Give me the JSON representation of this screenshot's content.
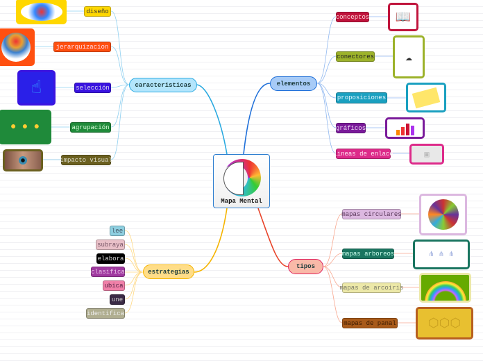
{
  "center": {
    "title": "Mapa Mental",
    "icon": "brain-image"
  },
  "branches": {
    "caracteristicas": {
      "label": "caracteristicas",
      "color": "#29a9e0",
      "children": [
        {
          "label": "diseño",
          "color": "#ffd700"
        },
        {
          "label": "jerarquizacion",
          "color": "#ff5010"
        },
        {
          "label": "selección",
          "color": "#3a14e0"
        },
        {
          "label": "agrupación",
          "color": "#1f8a3a"
        },
        {
          "label": "impacto visual",
          "color": "#6b6020"
        }
      ]
    },
    "elementos": {
      "label": "elementos",
      "color": "#1e6fd9",
      "children": [
        {
          "label": "conceptos",
          "color": "#c0143c"
        },
        {
          "label": "conectores",
          "color": "#9cb22a"
        },
        {
          "label": "proposiciones",
          "color": "#1aa0c0"
        },
        {
          "label": "gráficos",
          "color": "#7a1a9a"
        },
        {
          "label": "lineas de enlace",
          "color": "#dd2a8a"
        }
      ]
    },
    "estrategias": {
      "label": "estrategias",
      "color": "#f5b400",
      "children": [
        {
          "label": "lee",
          "color": "#8ecfe0"
        },
        {
          "label": "subraya",
          "color": "#e9c0c8"
        },
        {
          "label": "elabora",
          "color": "#000000"
        },
        {
          "label": "clasifica",
          "color": "#a03aa0"
        },
        {
          "label": "ubica",
          "color": "#f080a8"
        },
        {
          "label": "une",
          "color": "#3a2a45"
        },
        {
          "label": "identifica",
          "color": "#b0ae90"
        }
      ]
    },
    "tipos": {
      "label": "tipos",
      "color": "#e8442a",
      "children": [
        {
          "label": "mapas circulares",
          "color": "#dcb8e0"
        },
        {
          "label": "mapas arboreos",
          "color": "#1a7560"
        },
        {
          "label": "mapas de arcoiris",
          "color": "#ece8a8"
        },
        {
          "label": "mapas de panal",
          "color": "#a85a1a"
        }
      ]
    }
  }
}
